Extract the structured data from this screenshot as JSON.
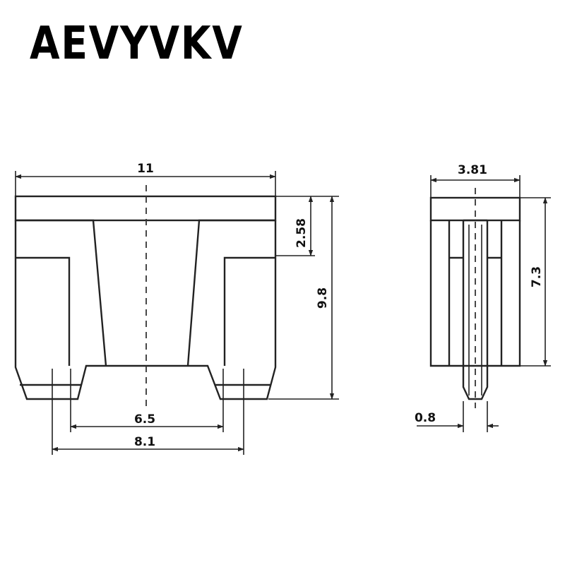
{
  "brand": {
    "text": "AEVYVKV"
  },
  "dimensions": {
    "front_width": "11",
    "front_height": "9.8",
    "top_band": "2.58",
    "inner_spacing": "6.5",
    "outer_spacing": "8.1",
    "side_width": "3.81",
    "side_height": "7.3",
    "terminal_thickness": "0.8"
  }
}
